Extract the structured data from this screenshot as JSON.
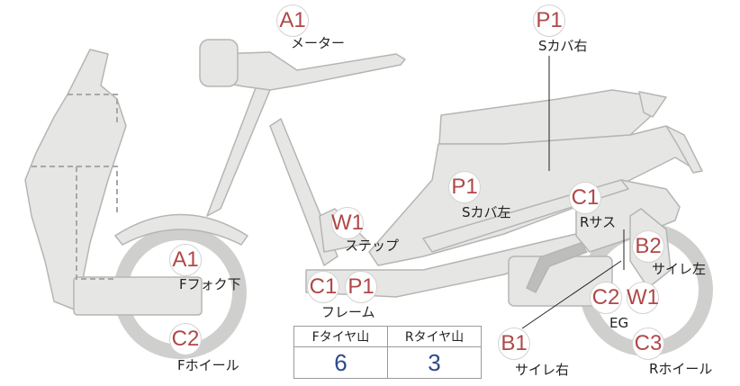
{
  "parts": [
    {
      "code": "A1",
      "label": "メーター"
    },
    {
      "code": "P1",
      "label": "Sカバ右"
    },
    {
      "code": "P1",
      "label": "Sカバ左"
    },
    {
      "code": "C1",
      "label": "Rサス"
    },
    {
      "code": "W1",
      "label": "ステップ"
    },
    {
      "code": "B2",
      "label": "サイレ左"
    },
    {
      "code": "A1",
      "label": "Fフォク下"
    },
    {
      "code": "C1",
      "label": ""
    },
    {
      "code": "P1",
      "label": "フレーム"
    },
    {
      "code": "C2",
      "label": ""
    },
    {
      "code": "W1",
      "label": "EG"
    },
    {
      "code": "C2",
      "label": "Fホイール"
    },
    {
      "code": "B1",
      "label": "サイレ右"
    },
    {
      "code": "C3",
      "label": "Rホイール"
    }
  ],
  "tread_table": {
    "headers": [
      "Fタイヤ山",
      "Rタイヤ山"
    ],
    "values": [
      "6",
      "3"
    ]
  },
  "colors": {
    "body_fill": "#e6e6e4",
    "body_stroke": "#b5b5b3",
    "badge_text": "#b04848",
    "value_text": "#2e4a8a"
  }
}
